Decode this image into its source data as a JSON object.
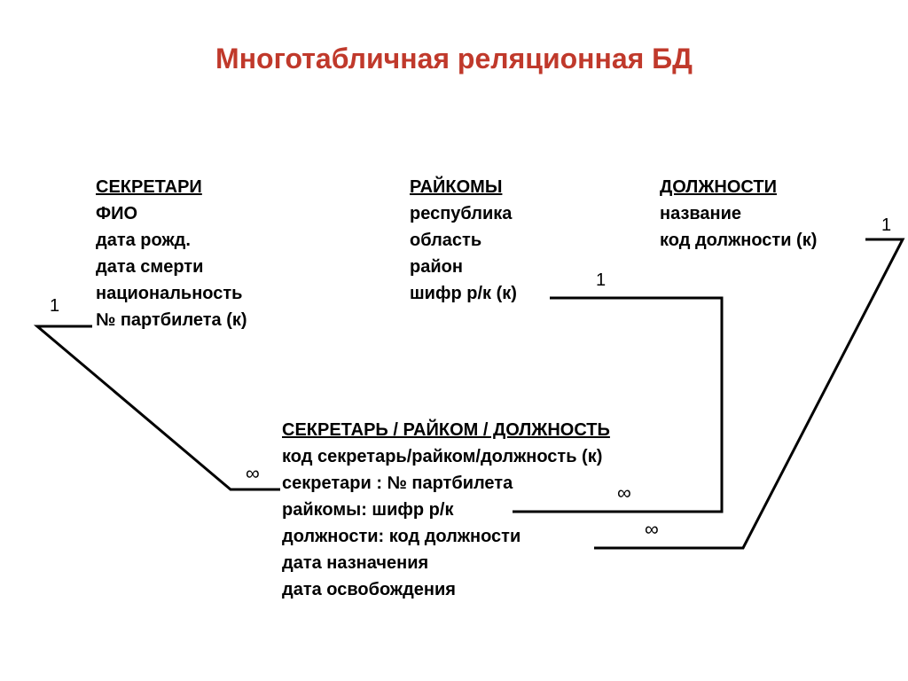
{
  "title": "Многотабличная реляционная БД",
  "colors": {
    "title": "#c0392b",
    "text": "#000000",
    "lines": "#000000"
  },
  "tables": {
    "secretaries": {
      "header": "СЕКРЕТАРИ",
      "fields": [
        "ФИО",
        "дата рожд.",
        "дата смерти",
        "национальность",
        "№ партбилета (к)"
      ]
    },
    "raikoms": {
      "header": "РАЙКОМЫ",
      "fields": [
        "республика",
        "область",
        "район",
        "шифр р/к (к)"
      ]
    },
    "positions": {
      "header": "ДОЛЖНОСТИ",
      "fields": [
        "название",
        "код должности (к)"
      ]
    },
    "link": {
      "header": "СЕКРЕТАРЬ / РАЙКОМ / ДОЛЖНОСТЬ",
      "fields": [
        "код секретарь/райком/должность (к)",
        "секретари : № партбилета",
        "райкомы: шифр р/к",
        "должности: код должности",
        "дата назначения",
        "дата освобождения"
      ]
    }
  },
  "relations": [
    {
      "from": "СЕКРЕТАРИ",
      "to": "СЕКРЕТАРЬ / РАЙКОМ / ДОЛЖНОСТЬ",
      "one": "1",
      "many": "∞"
    },
    {
      "from": "РАЙКОМЫ",
      "to": "СЕКРЕТАРЬ / РАЙКОМ / ДОЛЖНОСТЬ",
      "one": "1",
      "many": "∞"
    },
    {
      "from": "ДОЛЖНОСТИ",
      "to": "СЕКРЕТАРЬ / РАЙКОМ / ДОЛЖНОСТЬ",
      "one": "1",
      "many": "∞"
    }
  ]
}
